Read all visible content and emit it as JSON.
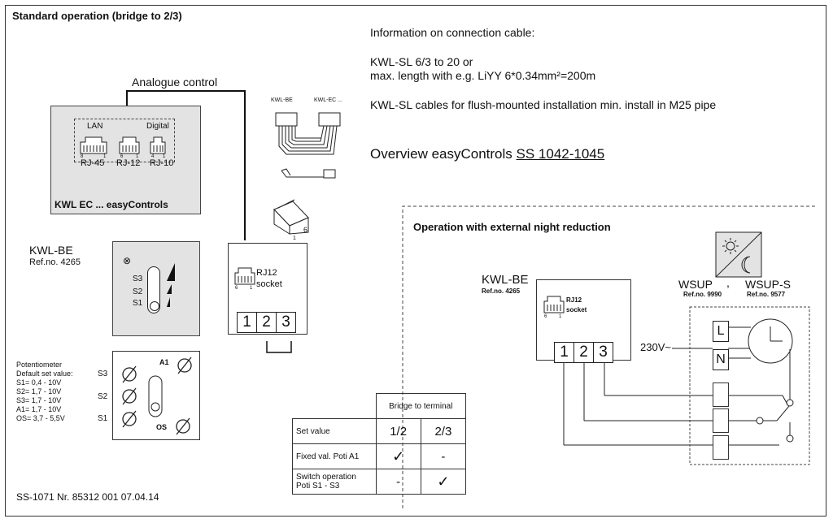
{
  "header": {
    "title": "Standard operation (bridge to 2/3)",
    "footer": "SS-1071  Nr. 85312 001  07.04.14"
  },
  "info": {
    "heading": "Information on connection cable:",
    "line1": "KWL-SL 6/3 to 20 or",
    "line2": "max. length with e.g. LiYY 6*0.34mm²=200m",
    "line3": "KWL-SL cables for flush-mounted installation min. install in M25 pipe",
    "overview_prefix": "Overview easyControls ",
    "overview_link": "SS 1042-1045"
  },
  "controller": {
    "analogue": "Analogue control",
    "lan": "LAN",
    "digital": "Digital",
    "rj45": "RJ-45",
    "rj12": "RJ-12",
    "rj10": "RJ-10",
    "pin8": "8",
    "pin1a": "1",
    "pin6": "6",
    "pin1b": "1",
    "pin4": "4",
    "pin1c": "1",
    "name": "KWL EC ... easyControls"
  },
  "cables": {
    "kwl_be": "KWL-BE",
    "kwl_ec": "KWL-EC ...",
    "plug6": "6",
    "plug1": "1"
  },
  "kwlbe_left": {
    "name": "KWL-BE",
    "ref": "Ref.no. 4265",
    "s3": "S3",
    "s2": "S2",
    "s1": "S1",
    "symbol": "⊗"
  },
  "socket_left": {
    "rj12": "RJ12",
    "socket": "socket",
    "pin6": "6",
    "pin1": "1",
    "terminals": [
      "1",
      "2",
      "3"
    ]
  },
  "pot": {
    "heading": "Potentiometer",
    "default": "Default set value:",
    "s1": "S1= 0,4 - 10V",
    "s2": "S2= 1,7 - 10V",
    "s3": "S3= 1,7 - 10V",
    "a1": "A1= 1,7 - 10V",
    "os": "OS= 3,7 - 5,5V",
    "lbl_s3": "S3",
    "lbl_s2": "S2",
    "lbl_s1": "S1",
    "lbl_a1": "A1",
    "lbl_os": "OS"
  },
  "bridge_table": {
    "header": "Bridge to terminal",
    "col1": "1/2",
    "col2": "2/3",
    "row1": "Set value",
    "row2": "Fixed val. Poti A1",
    "row2_c1": "✓",
    "row2_c2": "-",
    "row3a": "Switch operation",
    "row3b": "Poti S1 - S3",
    "row3_c1": "-",
    "row3_c2": "✓"
  },
  "night": {
    "title": "Operation with external night reduction",
    "kwl_be": "KWL-BE",
    "ref": "Ref.no. 4265",
    "rj12": "RJ12",
    "socket": "socket",
    "pin6": "6",
    "pin1": "1",
    "terminals": [
      "1",
      "2",
      "3"
    ],
    "wsup": "WSUP",
    "wsup_ref": "Ref.no. 9990",
    "comma": ",",
    "wsups": "WSUP-S",
    "wsups_ref": "Ref.no. 9577",
    "voltage": "230V~",
    "l": "L",
    "n": "N"
  }
}
